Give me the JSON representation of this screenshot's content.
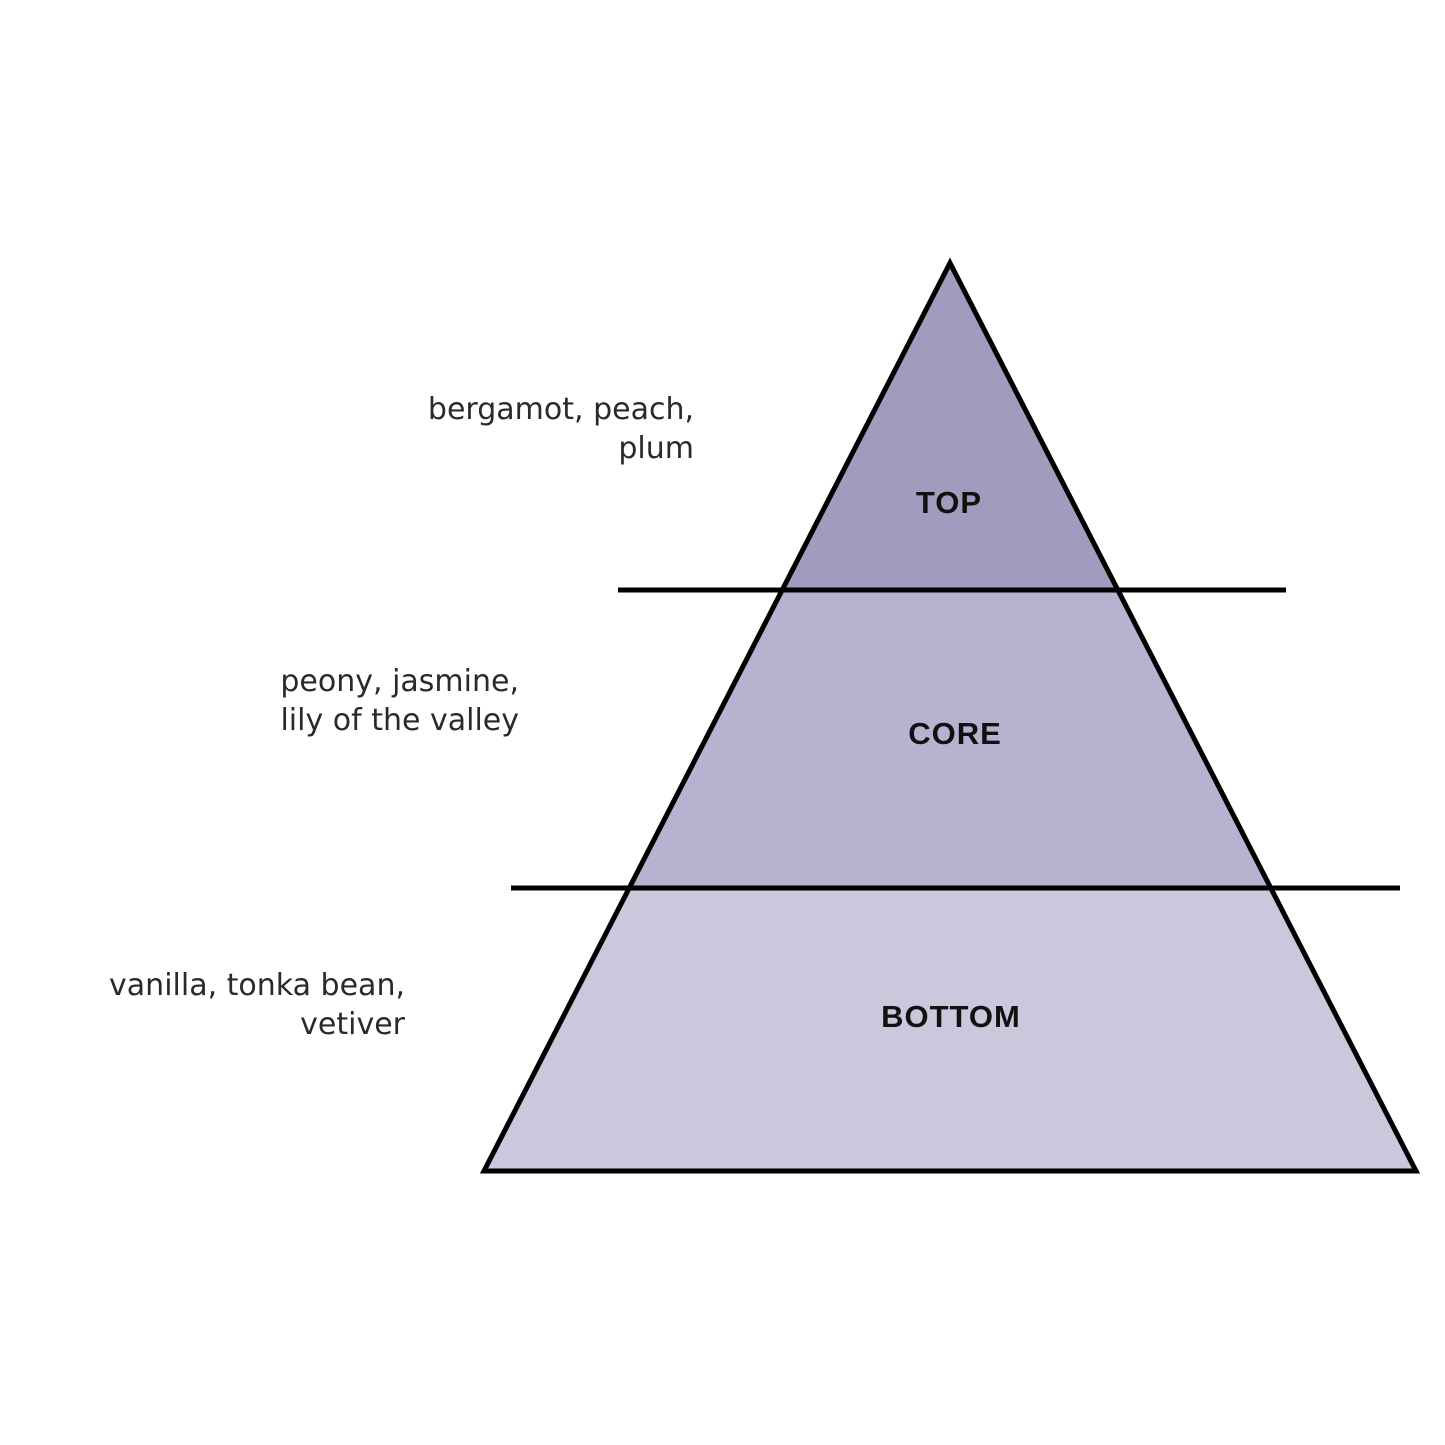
{
  "pyramid": {
    "tiers": [
      {
        "label": "TOP",
        "notes": [
          "bergamot, peach,",
          "plum"
        ],
        "color": "#a09cbd"
      },
      {
        "label": "CORE",
        "notes": [
          "peony, jasmine,",
          "lily of the valley"
        ],
        "color": "#b6b3d0"
      },
      {
        "label": "BOTTOM",
        "notes": [
          "vanilla, tonka bean,",
          "vetiver"
        ],
        "color": "#c9c8dc"
      }
    ],
    "outline_color": "#000000"
  }
}
